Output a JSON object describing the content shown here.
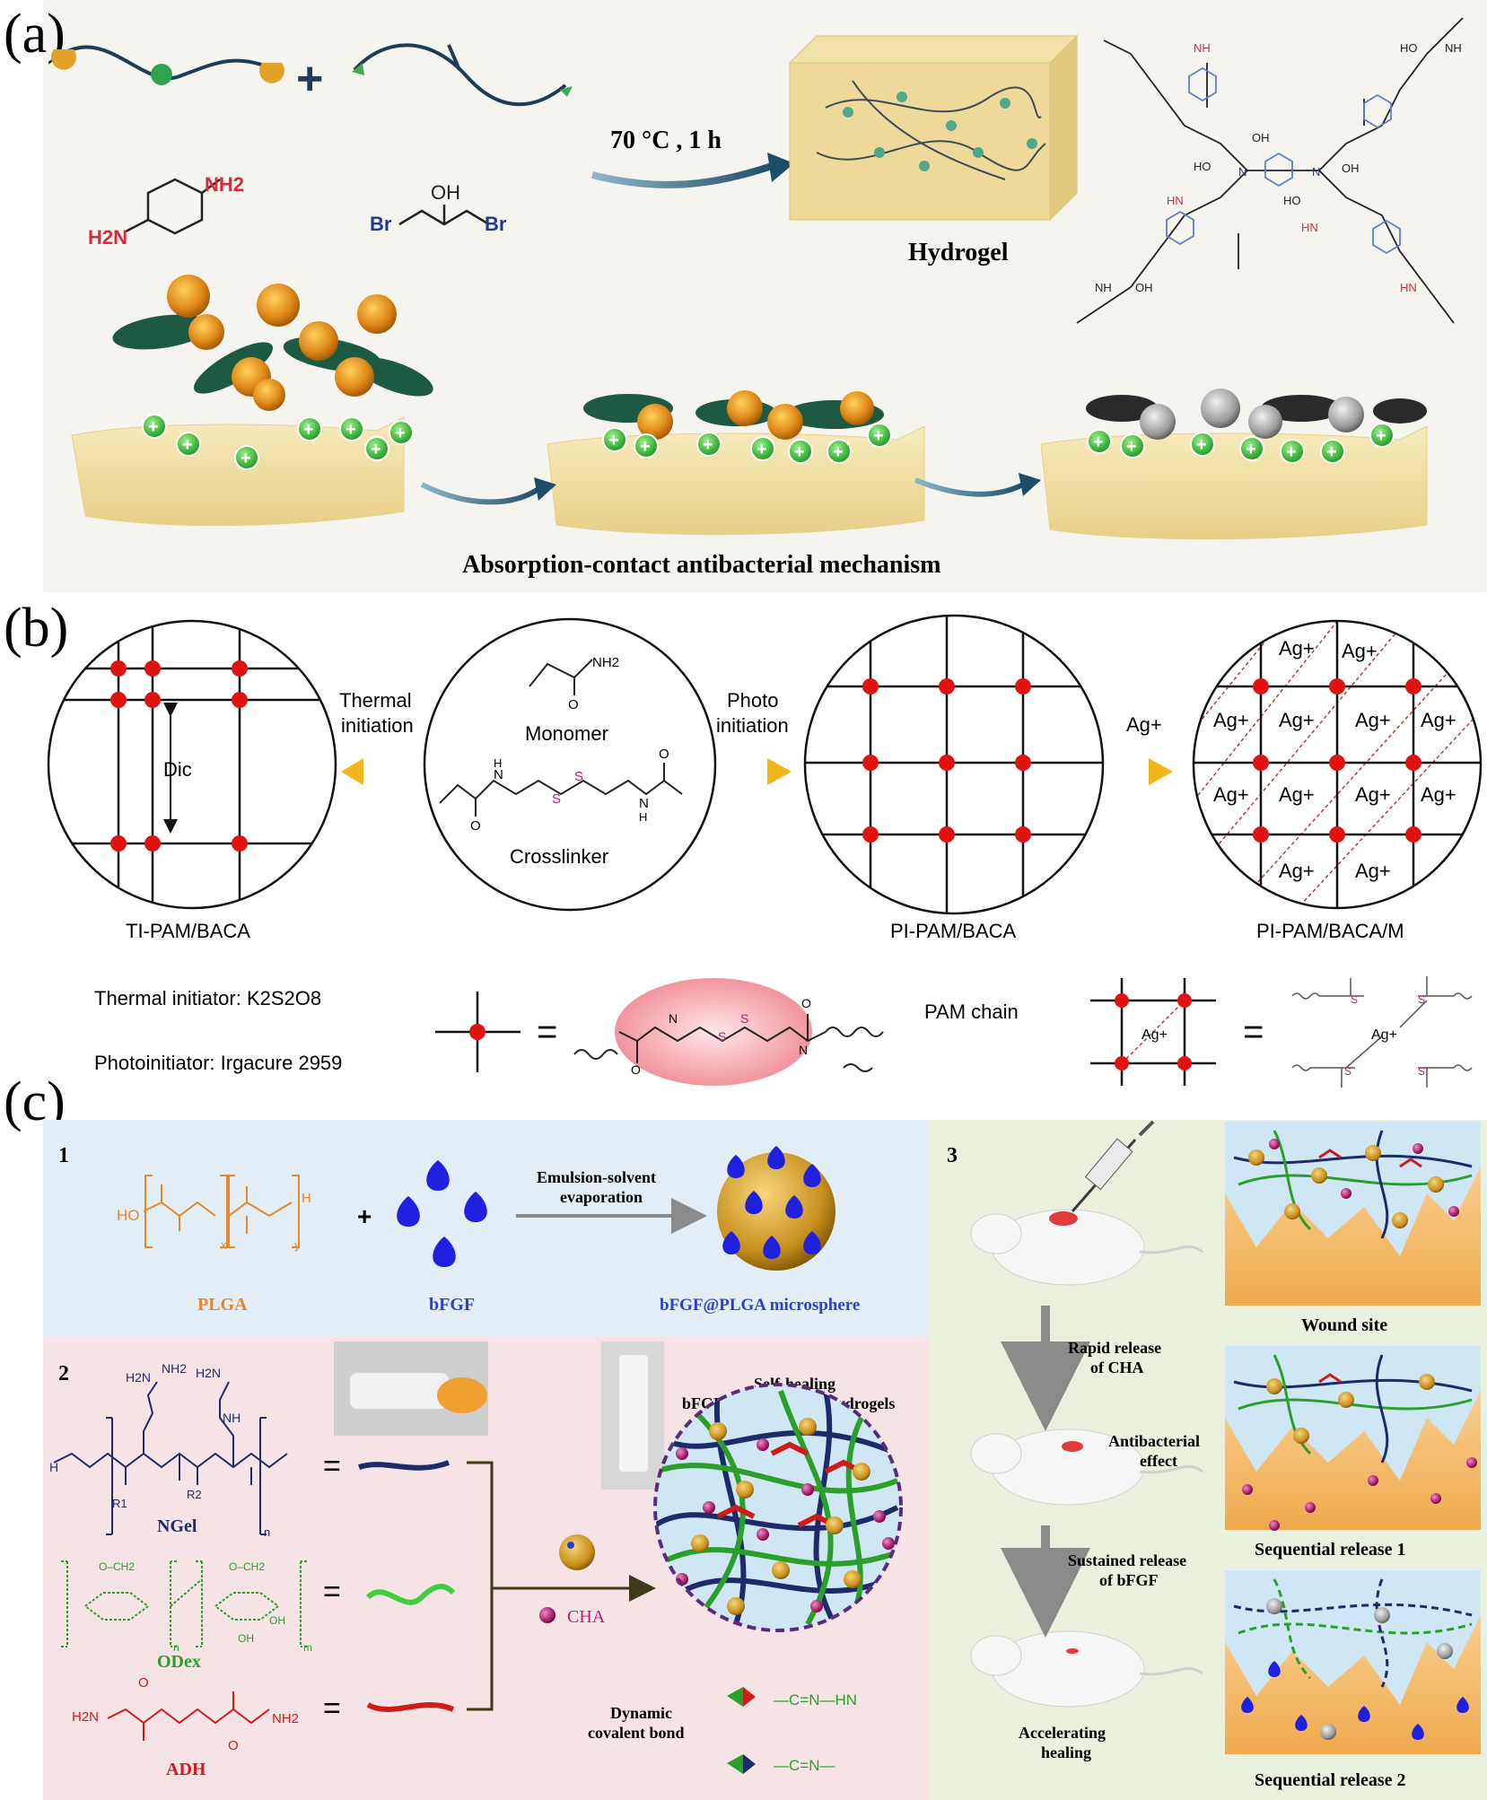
{
  "panel_a": {
    "letter": "(a)",
    "condition": "70 °C , 1 h",
    "hydrogel_label": "Hydrogel",
    "mechanism_title": "Absorption-contact antibacterial mechanism",
    "plus": "+",
    "chem_left_nh2": "NH2",
    "chem_left_h2n": "H2N",
    "chem_right_oh": "OH",
    "chem_right_br1": "Br",
    "chem_right_br2": "Br",
    "net_nh": "NH",
    "net_hn": "HN",
    "net_ho": "HO",
    "net_oh": "OH",
    "net_n": "N",
    "positive_sign": "+"
  },
  "panel_b": {
    "letter": "(b)",
    "thermal_initiation": [
      "Thermal",
      "initiation"
    ],
    "photo_initiation": [
      "Photo",
      "initiation"
    ],
    "monomer": "Monomer",
    "crosslinker": "Crosslinker",
    "dic": "Dic",
    "nh2": "NH2",
    "nh": "N",
    "h": "H",
    "s": "S",
    "o": "O",
    "ag_plus": "Ag+",
    "ag_arrow": "Ag",
    "label_ti": "TI-PAM/BACA",
    "label_pi": "PI-PAM/BACA",
    "label_pim": "PI-PAM/BACA/M",
    "thermal_initiator": "Thermal initiator: K2S2O8",
    "photoinitiator": "Photoinitiator: Irgacure 2959",
    "pam_chain": "PAM chain",
    "eq": "="
  },
  "panel_c": {
    "letter": "(c)",
    "sec1": "1",
    "sec2": "2",
    "sec3": "3",
    "plga": "PLGA",
    "bfgf": "bFGF",
    "emulsion": [
      "Emulsion-solvent",
      "evaporation"
    ],
    "microsphere": "bFGF@PLGA microsphere",
    "self_healing": [
      "Self-healing",
      "bFGF@PLGA/CHA/hydrogels"
    ],
    "ngel": "NGel",
    "odex": "ODex",
    "adh": "ADH",
    "cha": "CHA",
    "dynamic_bond": [
      "Dynamic",
      "covalent bond"
    ],
    "bond1": "—C=N—HN",
    "bond2": "—C=N—",
    "rapid_release": [
      "Rapid release",
      "of CHA"
    ],
    "antibacterial": [
      "Antibacterial",
      "effect"
    ],
    "sustained": [
      "Sustained release",
      "of bFGF"
    ],
    "accelerating": [
      "Accelerating",
      "healing"
    ],
    "wound_site": "Wound site",
    "seq1": "Sequential release 1",
    "seq2": "Sequential release 2",
    "ho": "HO",
    "h": "H",
    "x": "x",
    "y": "y",
    "n": "n",
    "m": "m",
    "r1": "R1",
    "r2": "R2",
    "h2n": "H2N",
    "nh2": "NH2",
    "o": "O",
    "oh": "OH",
    "nh": "NH",
    "och2": "O–CH2",
    "eq": "="
  }
}
